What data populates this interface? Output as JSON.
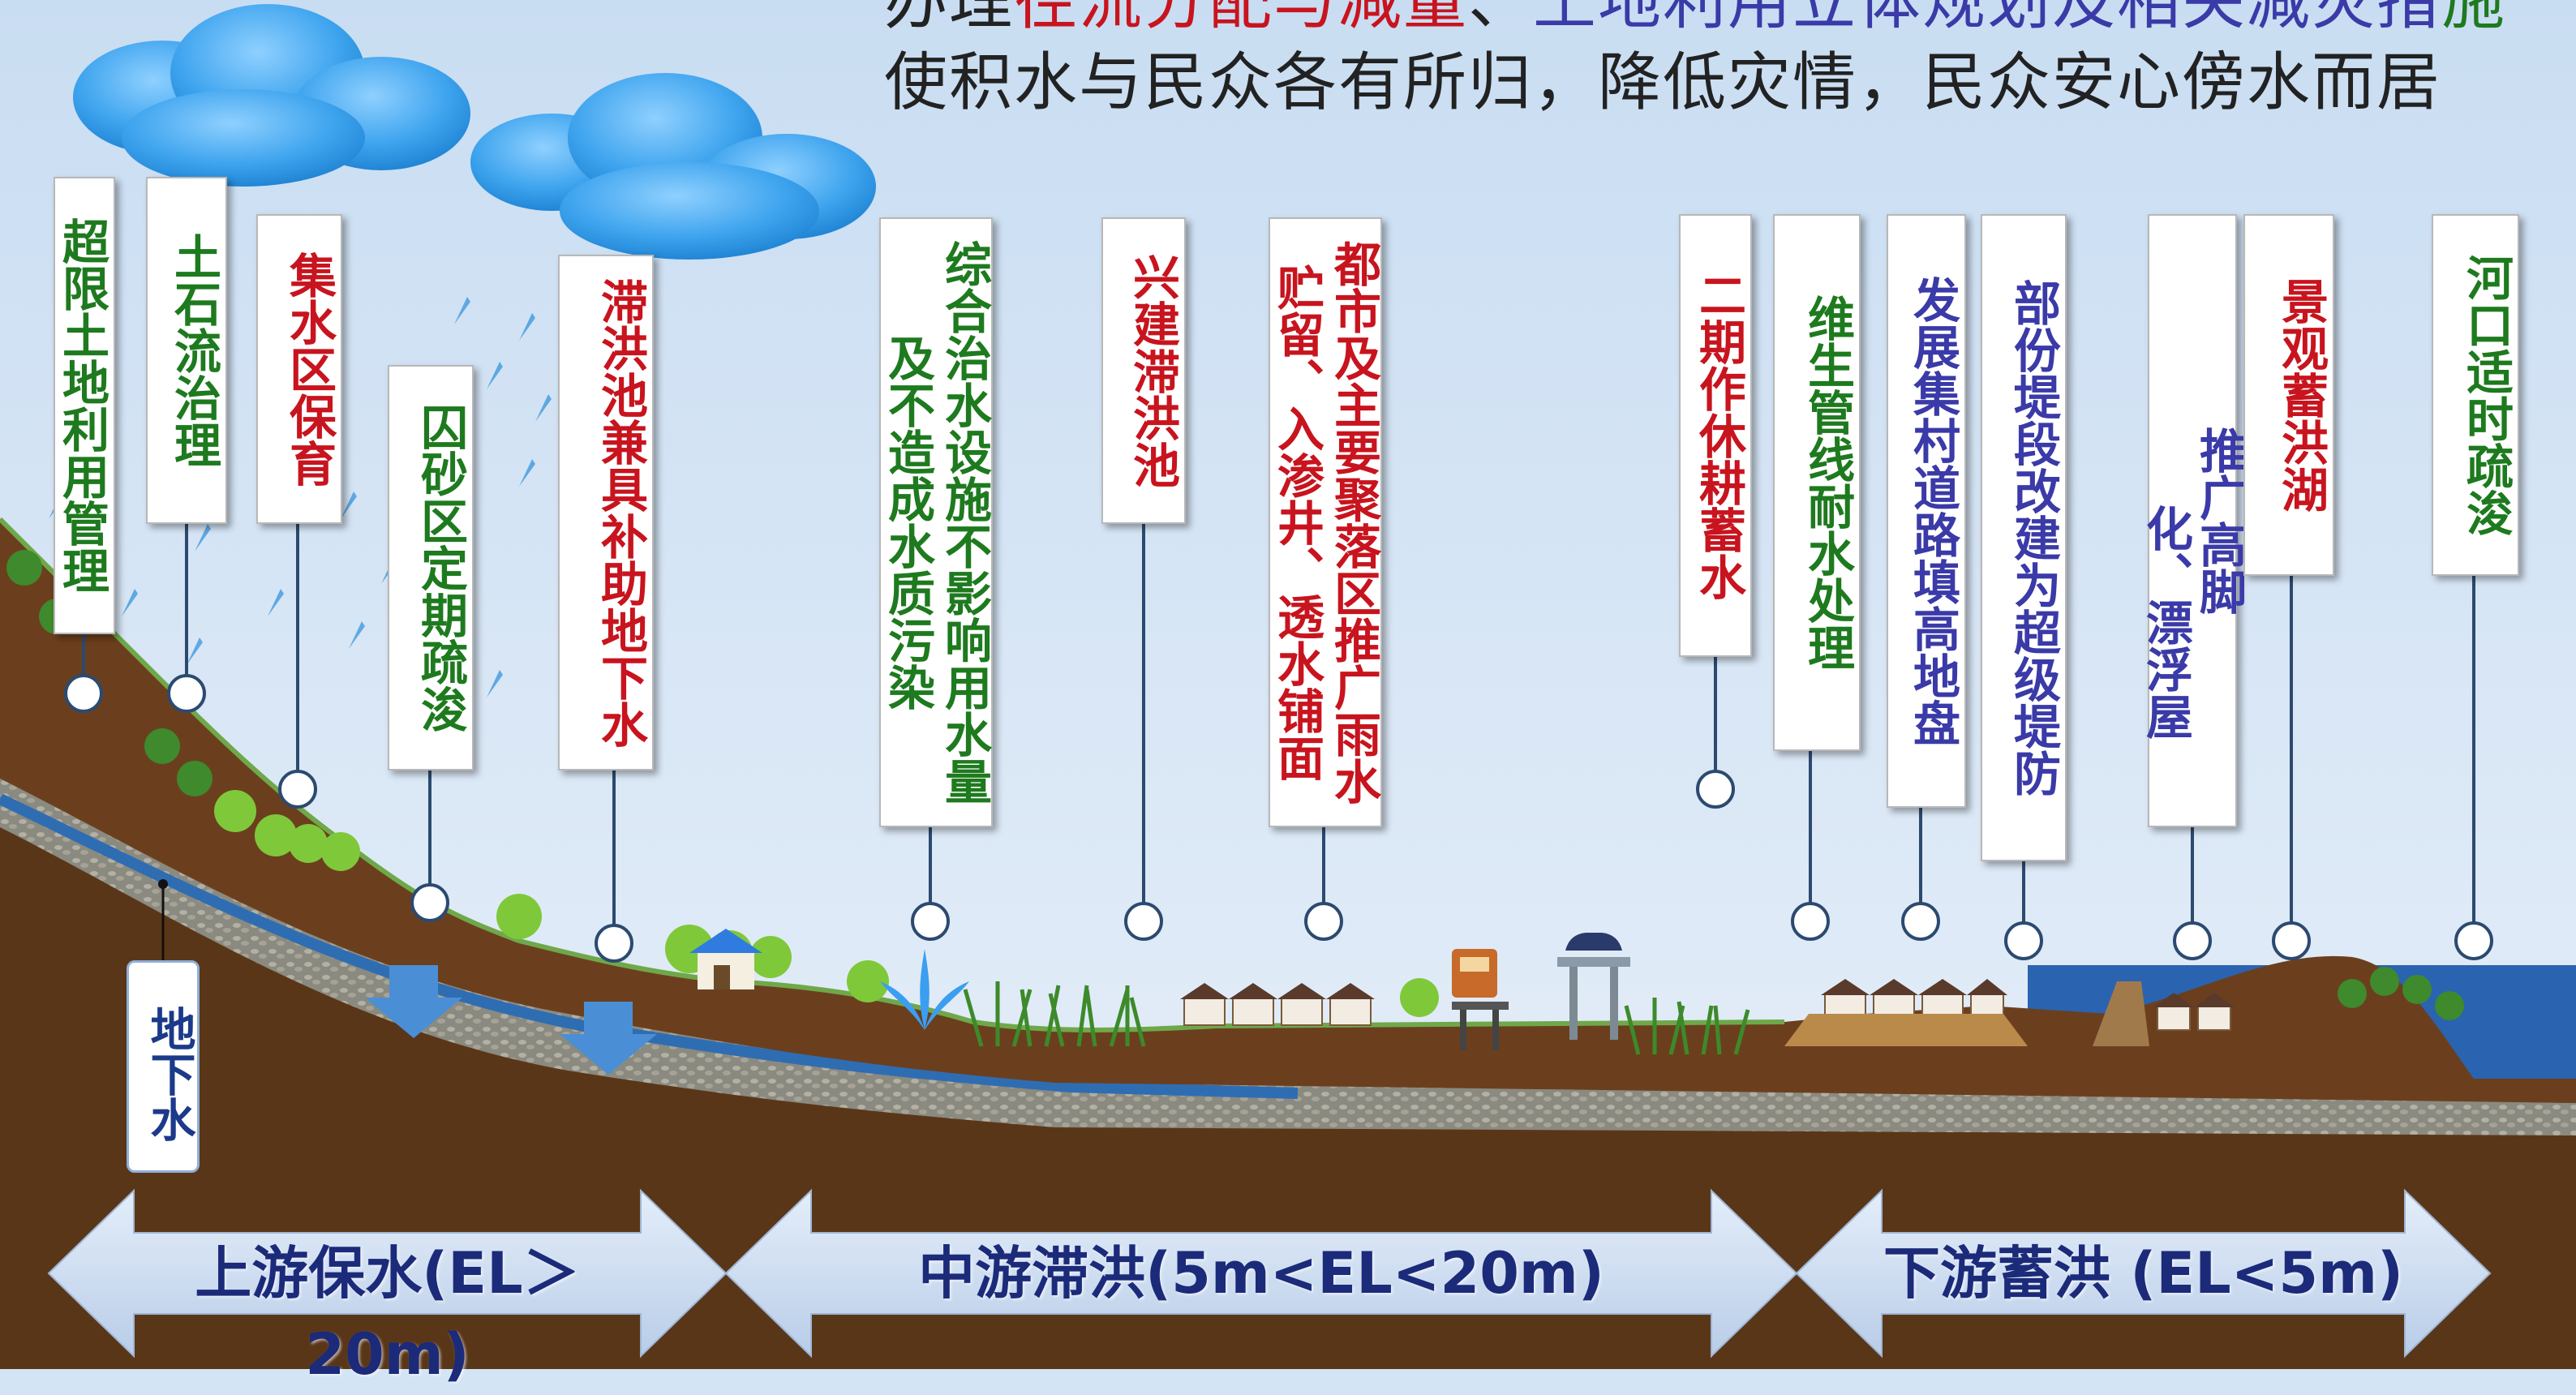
{
  "title": {
    "seg1": "办理",
    "seg2": "径流分配与减量",
    "seg3": "、",
    "seg4": "土地利用立体规划及相关减灾措",
    "seg5": "施",
    "seg6": "使积水与民众各有所归，降低灾情，民众安心傍水而居"
  },
  "labels": [
    {
      "id": "l1",
      "text": "超限土地利用管理",
      "color": "green"
    },
    {
      "id": "l2",
      "text": "土石流治理",
      "color": "green"
    },
    {
      "id": "l3",
      "text": "集水区保育",
      "color": "red"
    },
    {
      "id": "l4",
      "text": "囚砂区定期疏浚",
      "color": "green"
    },
    {
      "id": "l5",
      "text": "滞洪池兼具补助地下水",
      "color": "red"
    },
    {
      "id": "l6a",
      "text": "综合治水设施不影响用水量",
      "color": "green"
    },
    {
      "id": "l6b",
      "text": "及不造成水质污染",
      "color": "green"
    },
    {
      "id": "l7",
      "text": "兴建滞洪池",
      "color": "red"
    },
    {
      "id": "l8a",
      "text": "都市及主要聚落区推广雨水",
      "color": "red"
    },
    {
      "id": "l8b",
      "text": "贮留、入渗井、透水铺面",
      "color": "red"
    },
    {
      "id": "l9",
      "text": "二期作休耕蓄水",
      "color": "red"
    },
    {
      "id": "l10",
      "text": "维生管线耐水处理",
      "color": "green"
    },
    {
      "id": "l11",
      "text": "发展集村道路填高地盘",
      "color": "blue"
    },
    {
      "id": "l12",
      "text": "部份堤段改建为超级堤防",
      "color": "blue"
    },
    {
      "id": "l13a",
      "text": "推广高脚",
      "color": "blue"
    },
    {
      "id": "l13b",
      "text": "化、漂浮屋",
      "color": "blue"
    },
    {
      "id": "l14",
      "text": "景观蓄洪湖",
      "color": "red"
    },
    {
      "id": "l15",
      "text": "河口适时疏浚",
      "color": "green"
    }
  ],
  "groundwater": "地下水",
  "zones": [
    {
      "text": "上游保水(EL＞20m)"
    },
    {
      "text": "中游滞洪(5m<EL<20m)"
    },
    {
      "text": "下游蓄洪 (EL<5m)"
    }
  ],
  "colors": {
    "red": "#c8141e",
    "green": "#1e7a1e",
    "blue": "#3a3aa8",
    "soil": "#6b3f1e",
    "water": "#2f6db3"
  }
}
